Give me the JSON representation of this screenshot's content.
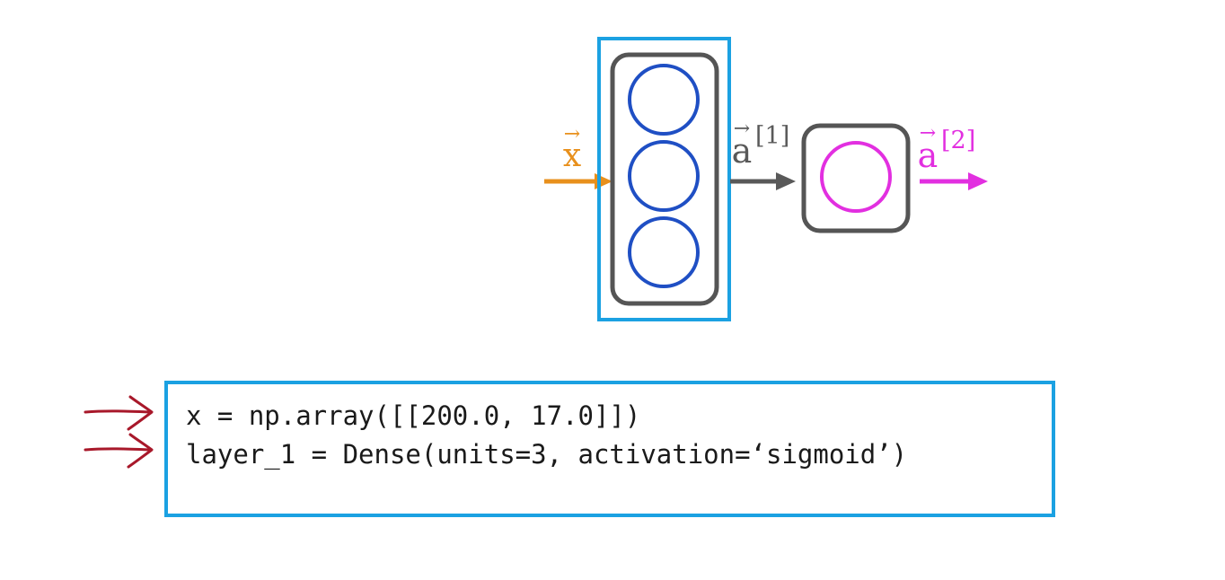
{
  "diagram": {
    "input_label": {
      "base": "x",
      "vector_arrow": "→",
      "color": "#e8901c"
    },
    "hidden_layer": {
      "units": 3,
      "node_color": "#1f4fc4",
      "highlight_color": "#1ba1e2"
    },
    "output_layer": {
      "units": 1,
      "node_color": "#e22fe0"
    },
    "activation_1": {
      "base": "a",
      "vector_arrow": "→",
      "superscript": "[1]",
      "color": "#595959"
    },
    "activation_2": {
      "base": "a",
      "vector_arrow": "→",
      "superscript": "[2]",
      "color": "#e22fe0"
    },
    "layer_box_color": "#555555"
  },
  "code": {
    "lines": [
      "x = np.array([[200.0, 17.0]])",
      "layer_1 = Dense(units=3, activation=‘sigmoid’)"
    ],
    "box_color": "#1ba1e2",
    "pointer_color": "#a8182a"
  }
}
